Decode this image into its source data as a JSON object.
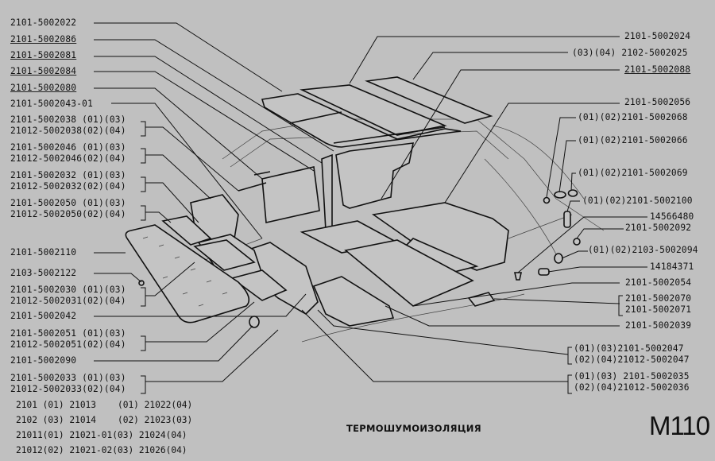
{
  "diagram": {
    "title": "ТЕРМОШУМОИЗОЛЯЦИЯ",
    "sheet_code": "M110",
    "background": "#c0c0c0",
    "left_labels": [
      {
        "id": "l01",
        "text": "2101-5002022"
      },
      {
        "id": "l02",
        "text": "2101-5002086",
        "struck": true
      },
      {
        "id": "l03",
        "text": "2101-5002081",
        "struck": true
      },
      {
        "id": "l04",
        "text": "2101-5002084",
        "struck": true
      },
      {
        "id": "l05",
        "text": "2101-5002080",
        "struck": true
      },
      {
        "id": "l06",
        "text": "2101-5002043-01"
      },
      {
        "id": "l07",
        "lines": [
          "2101-5002038 (01)(03)",
          "21012-5002038(02)(04)"
        ]
      },
      {
        "id": "l08",
        "lines": [
          "2101-5002046 (01)(03)",
          "21012-5002046(02)(04)"
        ]
      },
      {
        "id": "l09",
        "lines": [
          "2101-5002032 (01)(03)",
          "21012-5002032(02)(04)"
        ]
      },
      {
        "id": "l10",
        "lines": [
          "2101-5002050 (01)(03)",
          "21012-5002050(02)(04)"
        ]
      },
      {
        "id": "l11",
        "text": "2101-5002110"
      },
      {
        "id": "l12",
        "text": "2103-5002122"
      },
      {
        "id": "l13",
        "lines": [
          "2101-5002030 (01)(03)",
          "21012-5002031(02)(04)"
        ]
      },
      {
        "id": "l14",
        "text": "2101-5002042"
      },
      {
        "id": "l15",
        "lines": [
          "2101-5002051 (01)(03)",
          "21012-5002051(02)(04)"
        ]
      },
      {
        "id": "l16",
        "text": "2101-5002090"
      },
      {
        "id": "l17",
        "lines": [
          "2101-5002033 (01)(03)",
          "21012-5002033(02)(04)"
        ]
      }
    ],
    "right_labels": [
      {
        "id": "r01",
        "text": "2101-5002024"
      },
      {
        "id": "r02",
        "text": "(03)(04) 2102-5002025"
      },
      {
        "id": "r03",
        "text": "2101-5002088",
        "struck": true
      },
      {
        "id": "r04",
        "text": "2101-5002056"
      },
      {
        "id": "r05",
        "text": "(01)(02)2101-5002068"
      },
      {
        "id": "r06",
        "text": "(01)(02)2101-5002066"
      },
      {
        "id": "r07",
        "text": "(01)(02)2101-5002069"
      },
      {
        "id": "r08",
        "text": "(01)(02)2101-5002100"
      },
      {
        "id": "r09",
        "text": "14566480"
      },
      {
        "id": "r10",
        "text": "2101-5002092"
      },
      {
        "id": "r11",
        "text": "(01)(02)2103-5002094"
      },
      {
        "id": "r12",
        "text": "14184371"
      },
      {
        "id": "r13",
        "text": "2101-5002054"
      },
      {
        "id": "r14",
        "lines": [
          "2101-5002070",
          "2101-5002071"
        ]
      },
      {
        "id": "r15",
        "text": "2101-5002039"
      },
      {
        "id": "r16",
        "lines": [
          "(01)(03)2101-5002047",
          "(02)(04)21012-5002047"
        ]
      },
      {
        "id": "r17",
        "lines": [
          "(01)(03) 2101-5002035",
          "(02)(04)21012-5002036"
        ]
      }
    ],
    "model_legend": [
      "2101 (01) 21013    (01) 21022(04)",
      "2102 (03) 21014    (02) 21023(03)",
      "21011(01) 21021-01(03) 21024(04)",
      "21012(02) 21021-02(03) 21026(04)"
    ]
  }
}
